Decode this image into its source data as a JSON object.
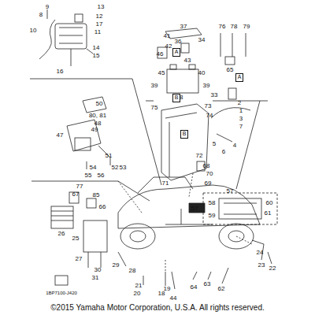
{
  "diagram": {
    "caption": "©2015 Yamaha Motor Corporation, U.S.A. All rights reserved.",
    "nodes": [
      {
        "text": [
          "A"
        ]
      },
      {
        "text": [
          "A"
        ]
      },
      {
        "text": [
          "B"
        ]
      },
      {
        "text": [
          "B"
        ]
      }
    ],
    "labels": [
      "9",
      "8",
      "10",
      "13",
      "12",
      "17",
      "11",
      "14",
      "15",
      "16",
      "37",
      "41",
      "34",
      "36",
      "42",
      "46",
      "43",
      "45",
      "40",
      "39",
      "39",
      "38",
      "33",
      "73",
      "74",
      "75",
      "76",
      "78",
      "79",
      "65",
      "2",
      "1",
      "3",
      "7",
      "4",
      "5",
      "6",
      "72",
      "71",
      "68",
      "70",
      "69",
      "57",
      "58",
      "59",
      "60",
      "61",
      "50",
      "80, 81",
      "48",
      "49",
      "47",
      "51",
      "52",
      "53",
      "54",
      "55",
      "56",
      "77",
      "67",
      "85",
      "66",
      "26",
      "25",
      "27",
      "31",
      "30",
      "29",
      "28",
      "21",
      "20",
      "18",
      "19",
      "44",
      "64",
      "63",
      "62",
      "24",
      "23",
      "22",
      "57",
      "1BP7100-J420"
    ]
  }
}
